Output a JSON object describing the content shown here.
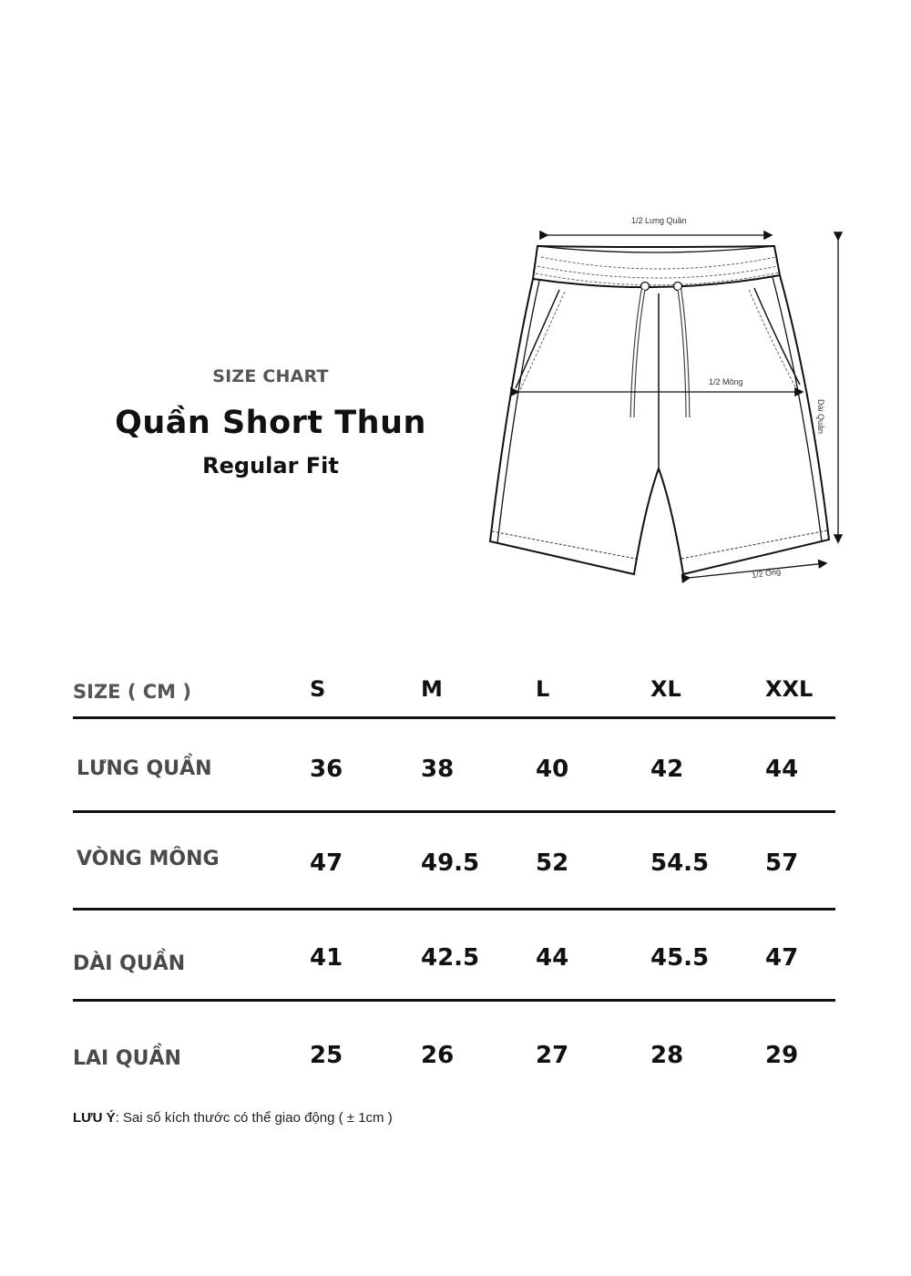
{
  "header": {
    "eyebrow": "SIZE CHART",
    "product_name": "Quần Short Thun",
    "fit": "Regular Fit"
  },
  "diagram": {
    "labels": {
      "waist": "1/2 Lưng Quần",
      "hip": "1/2 Mông",
      "length": "Dài Quần",
      "leg_opening": "1/2 Ống"
    }
  },
  "table": {
    "unit_label": "SIZE ( CM )",
    "sizes": [
      "S",
      "M",
      "L",
      "XL",
      "XXL"
    ],
    "rows": [
      {
        "label": "LƯNG QUẦN",
        "values": [
          "36",
          "38",
          "40",
          "42",
          "44"
        ]
      },
      {
        "label": "VÒNG MÔNG",
        "values": [
          "47",
          "49.5",
          "52",
          "54.5",
          "57"
        ]
      },
      {
        "label": "DÀI QUẦN",
        "values": [
          "41",
          "42.5",
          "44",
          "45.5",
          "47"
        ]
      },
      {
        "label": "LAI QUẦN",
        "values": [
          "25",
          "26",
          "27",
          "28",
          "29"
        ]
      }
    ]
  },
  "note": {
    "prefix": "LƯU Ý",
    "text": ": Sai số kích thước có thể giao động ( ± 1cm )"
  }
}
